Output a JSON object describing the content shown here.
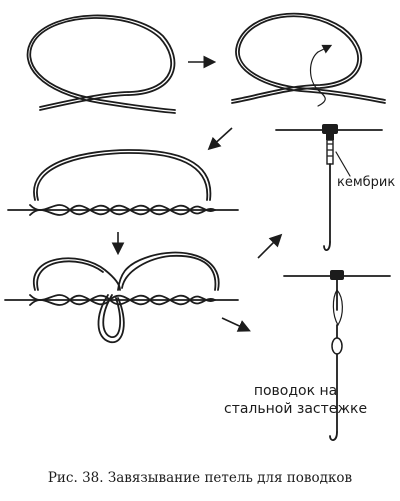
{
  "labels": {
    "kembrik": "кембрик",
    "steel_line1": "поводок на",
    "steel_line2": "стальной застежке"
  },
  "caption": "Рис. 38. Завязывание петель для поводков",
  "colors": {
    "ink": "#1c1c1c",
    "paper": "#ffffff"
  }
}
